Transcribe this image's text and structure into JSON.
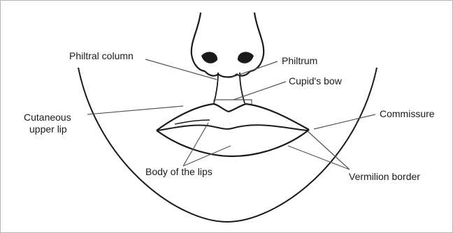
{
  "labels": {
    "philtral_column": "Philtral column",
    "philtrum": "Philtrum",
    "cupids_bow": "Cupid's bow",
    "cutaneous_upper_lip_line1": "Cutaneous",
    "cutaneous_upper_lip_line2": "upper lip",
    "commissure": "Commissure",
    "body_of_the_lips": "Body of the lips",
    "vermilion_border": "Vermilion border"
  },
  "colors": {
    "stroke": "#1a1a1a",
    "leader": "#555555",
    "frame": "#b5b5b5",
    "background": "#ffffff"
  }
}
